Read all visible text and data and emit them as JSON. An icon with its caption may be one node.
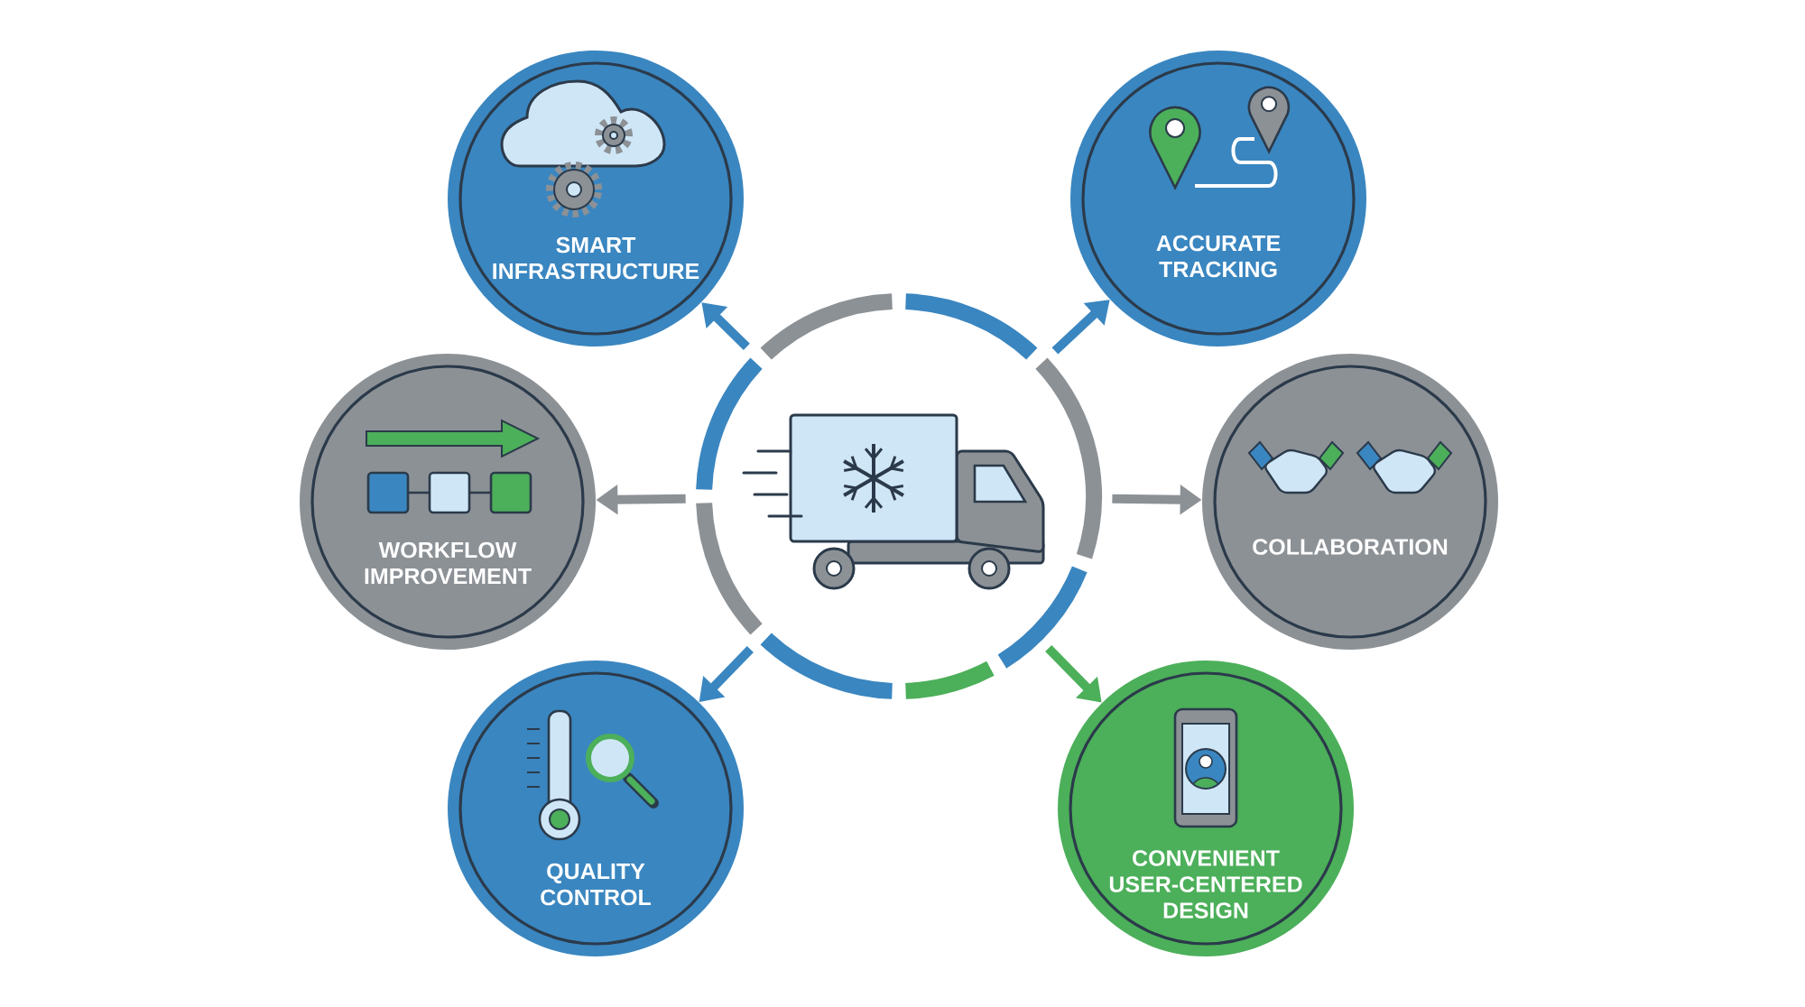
{
  "diagram": {
    "nodes": [
      {
        "text": [],
        "shape": "circle"
      },
      {
        "text": [
          "SMART INFRASTRUCTURE"
        ]
      },
      {
        "text": [
          "ACCURATE TRACKING"
        ]
      },
      {
        "text": [
          "WORKFLOW IMPROVEMENT"
        ]
      },
      {
        "text": [
          "COLLABORATION"
        ]
      },
      {
        "text": [
          "QUALITY CONTROL"
        ]
      },
      {
        "text": [
          "CONVENIENT USER-CENTERED DESIGN"
        ]
      }
    ],
    "edges": [
      {
        "from": 0,
        "to": 1,
        "arrow": "to"
      },
      {
        "from": 0,
        "to": 2,
        "arrow": "to"
      },
      {
        "from": 0,
        "to": 3,
        "arrow": "to",
        "color": "#8c9196"
      },
      {
        "from": 0,
        "to": 4,
        "arrow": "to",
        "color": "#8c9196"
      },
      {
        "from": 0,
        "to": 5,
        "arrow": "to"
      },
      {
        "from": 0,
        "to": 6,
        "arrow": "to",
        "color": "#4caf5a"
      }
    ]
  }
}
